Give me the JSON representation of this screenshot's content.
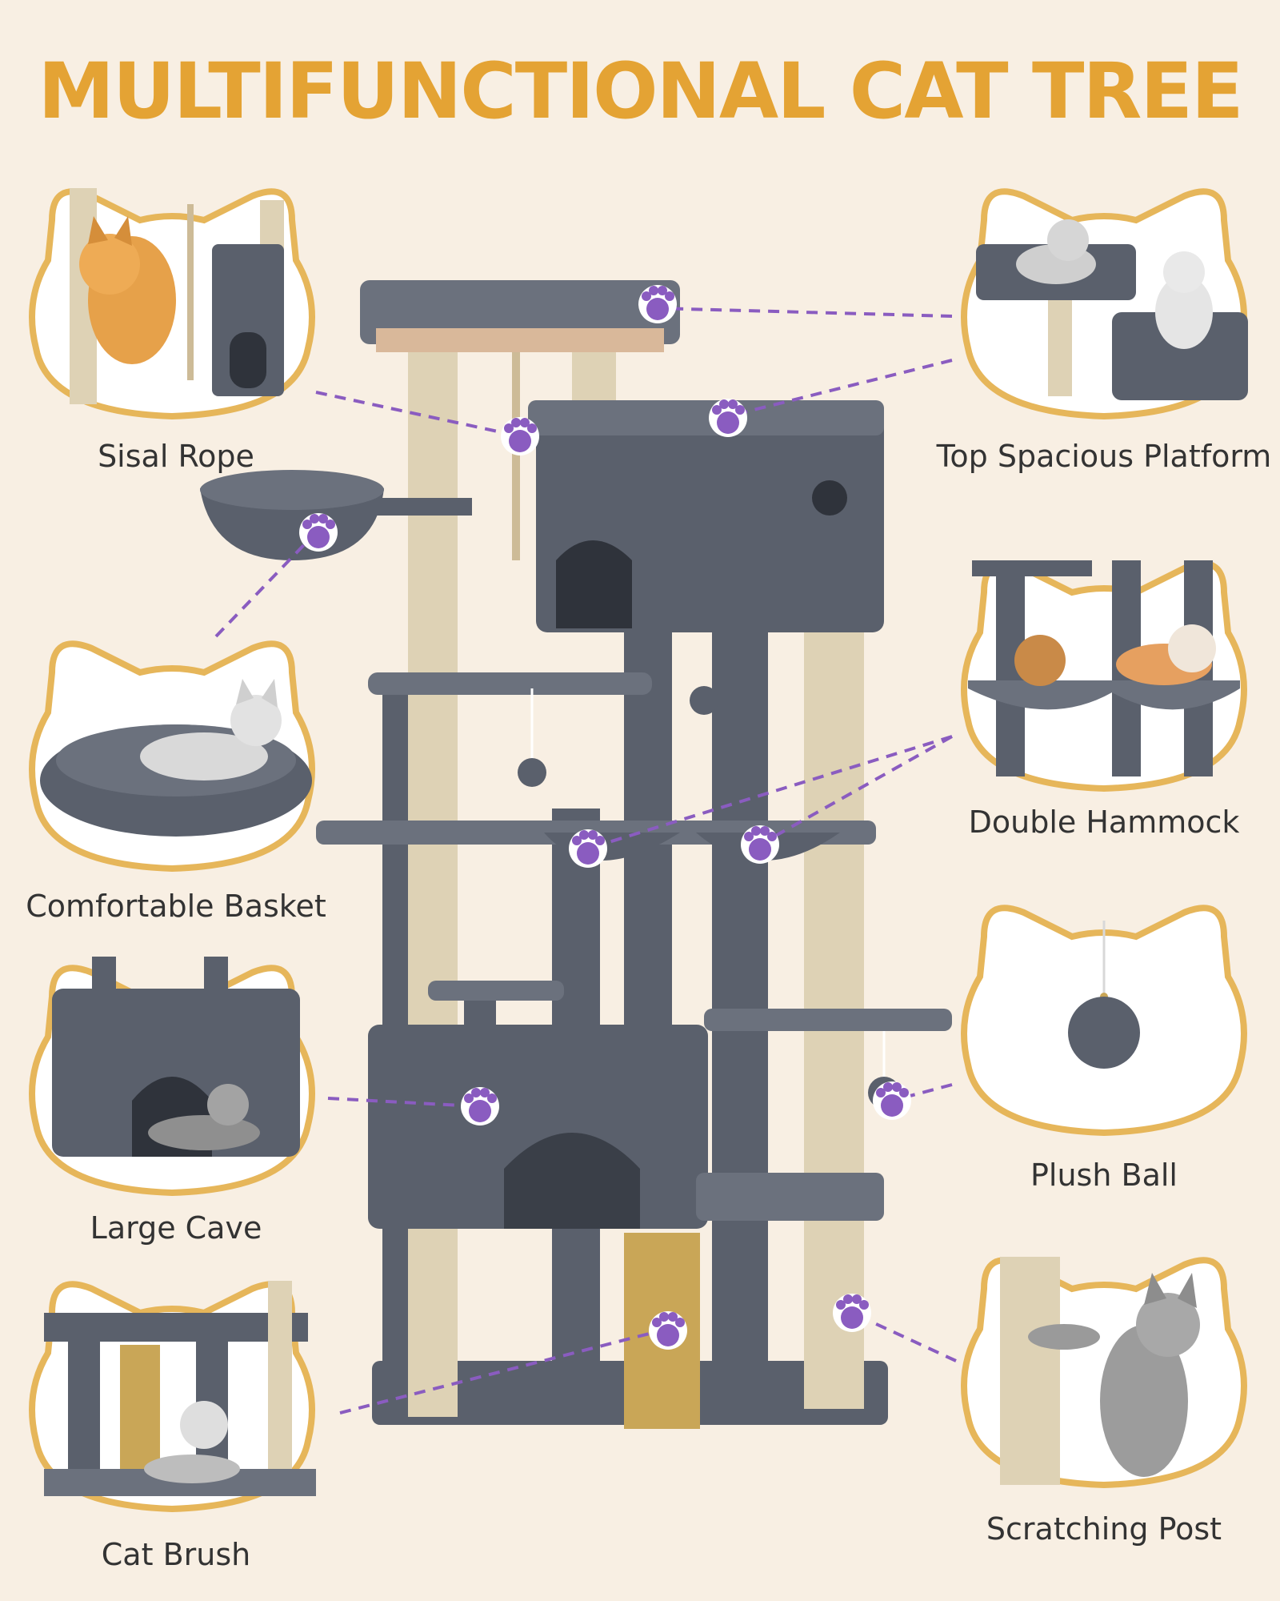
{
  "title": "MULTIFUNCTIONAL CAT TREE",
  "colors": {
    "background": "#f8efe3",
    "title": "#e4a334",
    "frame_border": "#e6b65a",
    "plush_gray": "#5a606c",
    "plush_gray_light": "#6b717d",
    "sisal": "#ded2b5",
    "paw_purple": "#8a5cc0",
    "connector": "#8a5cc0"
  },
  "features": {
    "sisal_rope": "Sisal Rope",
    "comfortable_basket": "Comfortable Basket",
    "large_cave": "Large Cave",
    "cat_brush": "Cat Brush",
    "top_spacious_platform": "Top Spacious Platform",
    "double_hammock": "Double Hammock",
    "plush_ball": "Plush Ball",
    "scratching_post": "Scratching Post"
  },
  "icons": {
    "paw": "paw-icon",
    "cat_head_frame": "cat-head-frame"
  }
}
